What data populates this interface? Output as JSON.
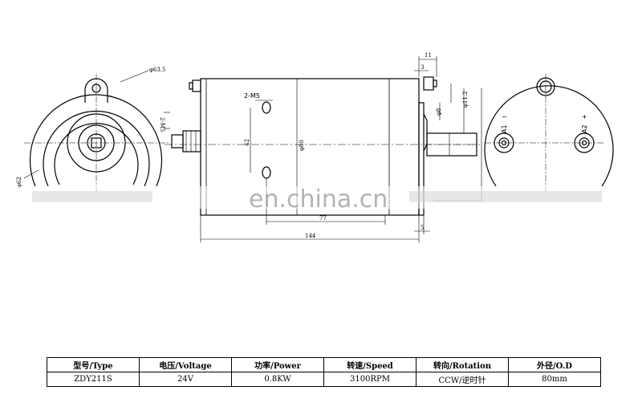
{
  "drawing": {
    "front_view": {
      "dia_label": "φ63.5",
      "dia2_label": "φ62",
      "shaft_label": "2-M5"
    },
    "side_view": {
      "hole_label": "2-M5",
      "body_dia_label": "φ80",
      "spacing_label": "42",
      "len_77": "77",
      "len_144": "144",
      "len_11": "11",
      "len_3": "3",
      "len_5": "5",
      "shaft_dia_label": "φ8",
      "flat_label": "φ11.2"
    },
    "rear_view": {
      "terminal_a1_label": "A1",
      "terminal_a2_label": "A2",
      "minus_label": "−",
      "plus_label": "+"
    },
    "watermark": "en.china.cn"
  },
  "specs": {
    "headers": [
      "型号/Type",
      "电压/Voltage",
      "功率/Power",
      "转速/Speed",
      "转向/Rotation",
      "外径/O.D"
    ],
    "values": [
      "ZDY211S",
      "24V",
      "0.8KW",
      "3100RPM",
      "CCW/逆时针",
      "80mm"
    ]
  }
}
